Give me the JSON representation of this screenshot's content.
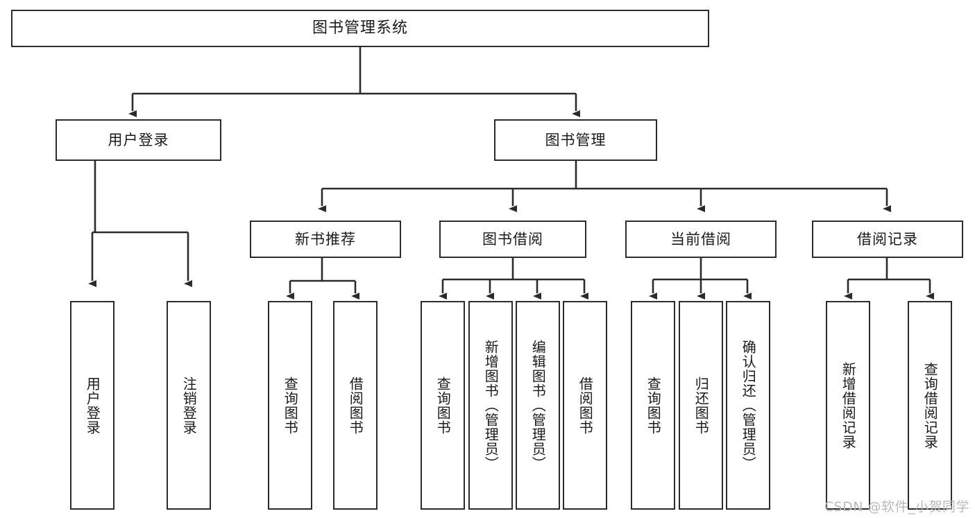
{
  "diagram": {
    "title": "图书管理系统",
    "watermark": "CSDN @软件_小贺同学",
    "colors": {
      "stroke": "#2b2b2b",
      "box_fill": "#ffffff",
      "text": "#1a1a1a",
      "watermark": "#b9b9b9",
      "background": "#ffffff"
    },
    "levels": {
      "root": "图书管理系统",
      "level2": [
        "用户登录",
        "图书管理"
      ],
      "level3": [
        "新书推荐",
        "图书借阅",
        "当前借阅",
        "借阅记录"
      ]
    },
    "nodes": {
      "root": {
        "label": "图书管理系统"
      },
      "user_login": {
        "label": "用户登录"
      },
      "book_manage": {
        "label": "图书管理"
      },
      "new_book_rec": {
        "label": "新书推荐"
      },
      "book_borrow": {
        "label": "图书借阅"
      },
      "current_borrow": {
        "label": "当前借阅"
      },
      "borrow_record": {
        "label": "借阅记录"
      },
      "leaf_user_login": {
        "label": "用户登录"
      },
      "leaf_logout": {
        "label": "注销登录"
      },
      "leaf_query_book_1": {
        "label": "查询图书"
      },
      "leaf_borrow_book_1": {
        "label": "借阅图书"
      },
      "leaf_query_book_2": {
        "label": "查询图书"
      },
      "leaf_add_book_admin": {
        "label": "新增图书（管理员）"
      },
      "leaf_edit_book_admin": {
        "label": "编辑图书（管理员）"
      },
      "leaf_borrow_book_2": {
        "label": "借阅图书"
      },
      "leaf_query_book_3": {
        "label": "查询图书"
      },
      "leaf_return_book": {
        "label": "归还图书"
      },
      "leaf_confirm_return_admin": {
        "label": "确认归还（管理员）"
      },
      "leaf_add_record": {
        "label": "新增借阅记录"
      },
      "leaf_query_record": {
        "label": "查询借阅记录"
      }
    },
    "tree": {
      "图书管理系统": {
        "用户登录": [
          "用户登录",
          "注销登录"
        ],
        "图书管理": {
          "新书推荐": [
            "查询图书",
            "借阅图书"
          ],
          "图书借阅": [
            "查询图书",
            "新增图书（管理员）",
            "编辑图书（管理员）",
            "借阅图书"
          ],
          "当前借阅": [
            "查询图书",
            "归还图书",
            "确认归还（管理员）"
          ],
          "借阅记录": [
            "新增借阅记录",
            "查询借阅记录"
          ]
        }
      }
    }
  }
}
